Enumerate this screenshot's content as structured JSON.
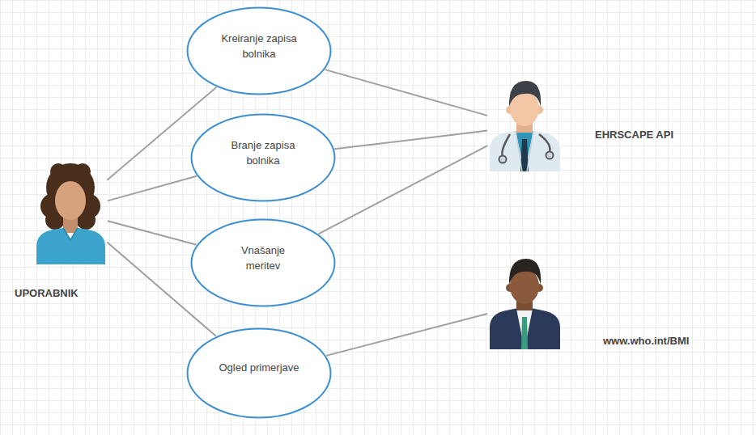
{
  "diagram": {
    "nodes": [
      {
        "text": [
          "UPORABNIK"
        ]
      },
      {
        "text": [
          "Kreiranje zapisa bolnika"
        ]
      },
      {
        "text": [
          "Branje zapisa bolnika"
        ]
      },
      {
        "text": [
          "Vnašanje meritev"
        ]
      },
      {
        "text": [
          "Ogled primerjave"
        ]
      },
      {
        "text": [
          "EHRSCAPE API"
        ]
      },
      {
        "text": [
          "www.who.int/BMI"
        ]
      }
    ],
    "edges": [
      {
        "from": 0,
        "to": 1,
        "arrow": "none"
      },
      {
        "from": 0,
        "to": 2,
        "arrow": "none"
      },
      {
        "from": 0,
        "to": 3,
        "arrow": "none"
      },
      {
        "from": 0,
        "to": 4,
        "arrow": "none"
      },
      {
        "from": 1,
        "to": 5,
        "arrow": "none"
      },
      {
        "from": 2,
        "to": 5,
        "arrow": "none"
      },
      {
        "from": 3,
        "to": 5,
        "arrow": "none"
      },
      {
        "from": 4,
        "to": 6,
        "arrow": "none"
      }
    ]
  }
}
